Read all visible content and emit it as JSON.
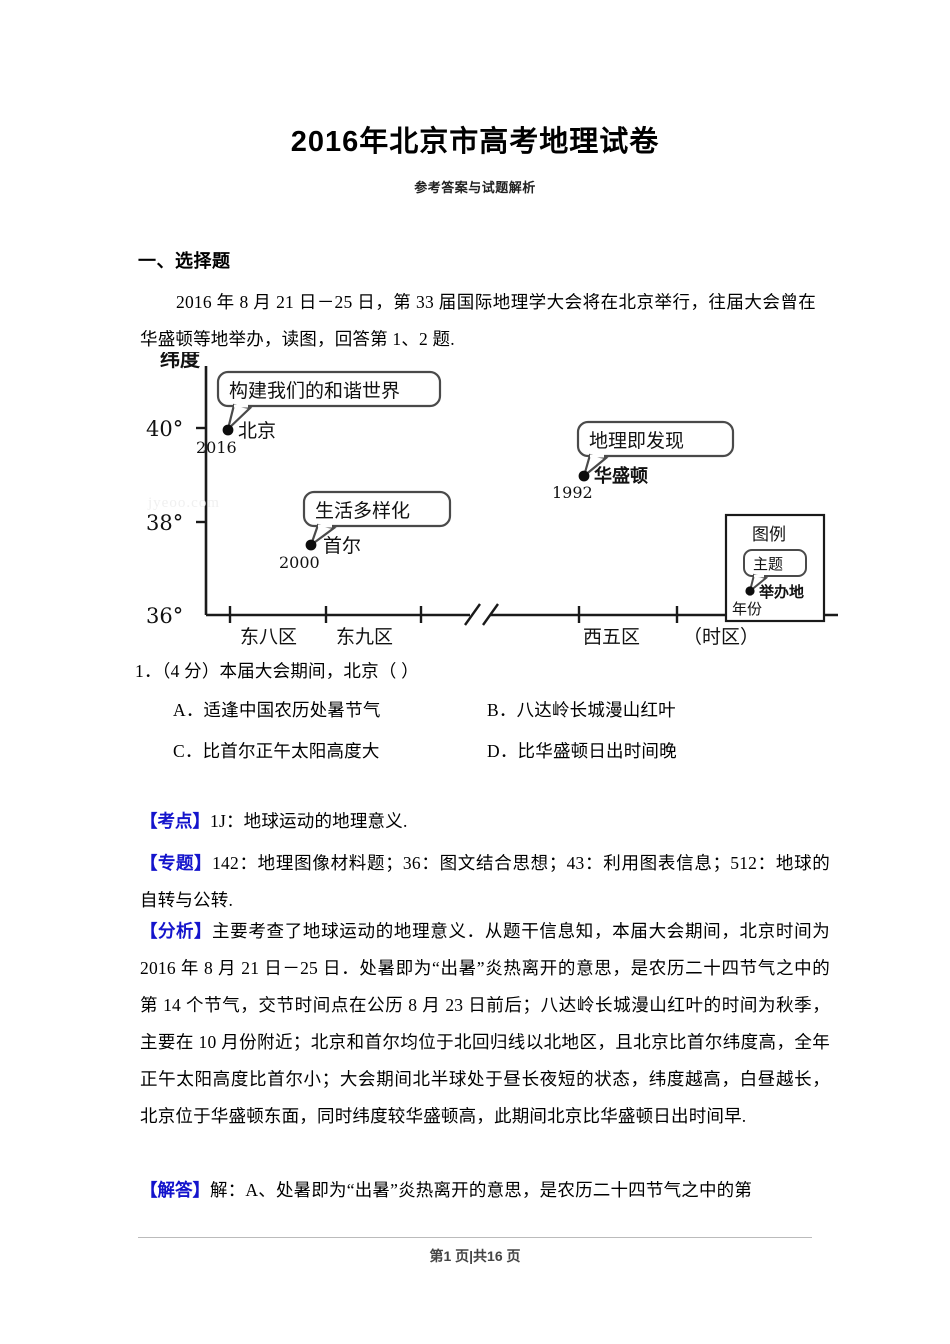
{
  "document": {
    "title": "2016年北京市高考地理试卷",
    "subtitle": "参考答案与试题解析",
    "footer": "第1 页|共16 页"
  },
  "section": {
    "heading": "一、选择题",
    "intro": "2016 年 8 月 21 日－25 日，第 33 届国际地理学大会将在北京举行，往届大会曾在华盛顿等地举办，读图，回答第 1、2 题."
  },
  "question": {
    "stem": "1．（4 分）本届大会期间，北京（        ）",
    "options": [
      {
        "key": "A",
        "text": "A．适逢中国农历处暑节气"
      },
      {
        "key": "B",
        "text": "B．八达岭长城漫山红叶"
      },
      {
        "key": "C",
        "text": "C．比首尔正午太阳高度大"
      },
      {
        "key": "D",
        "text": "D．比华盛顿日出时间晚"
      }
    ]
  },
  "analysis": {
    "kaodian": {
      "tag": "【考点】",
      "text": "1J：地球运动的地理意义."
    },
    "zhuanti": {
      "tag": "【专题】",
      "text": "142：地理图像材料题；36：图文结合思想；43：利用图表信息；512：地球的自转与公转."
    },
    "fenxi": {
      "tag": "【分析】",
      "text": "主要考查了地球运动的地理意义．从题干信息知，本届大会期间，北京时间为 2016 年 8 月 21 日－25 日．处暑即为“出暑”炎热离开的意思，是农历二十四节气之中的第 14 个节气，交节时间点在公历 8 月 23 日前后；八达岭长城漫山红叶的时间为秋季，主要在 10 月份附近；北京和首尔均位于北回归线以北地区，且北京比首尔纬度高，全年正午太阳高度比首尔小；大会期间北半球处于昼长夜短的状态，纬度越高，白昼越长，北京位于华盛顿东面，同时纬度较华盛顿高，此期间北京比华盛顿日出时间早."
    },
    "jieda": {
      "tag": "【解答】",
      "text": "解：A、处暑即为“出暑”炎热离开的意思，是农历二十四节气之中的第"
    }
  },
  "figure": {
    "watermark": "jyeoo.com",
    "y_axis_label": "纬度",
    "y_ticks": [
      "40°",
      "38°",
      "36°"
    ],
    "x_ticks": [
      "东八区",
      "东九区",
      "西五区"
    ],
    "x_axis_unit": "（时区）",
    "axis_break": true,
    "points": [
      {
        "name": "北京",
        "year": "2016",
        "theme": "构建我们的和谐世界",
        "latitude": 40.0,
        "timezone": "东八区"
      },
      {
        "name": "首尔",
        "year": "2000",
        "theme": "生活多样化",
        "latitude": 37.5,
        "timezone": "东九区"
      },
      {
        "name": "华盛顿",
        "year": "1992",
        "theme": "地理即发现",
        "latitude": 39.0,
        "timezone": "西五区"
      }
    ],
    "legend": {
      "title": "图例",
      "theme_label": "主题",
      "venue_label": "举办地",
      "year_label": "年份"
    }
  },
  "chart_data": {
    "type": "scatter",
    "title": "",
    "xlabel": "（时区）",
    "ylabel": "纬度",
    "ylim": [
      36,
      41
    ],
    "yticks": [
      36,
      38,
      40
    ],
    "ytick_labels": [
      "36°",
      "38°",
      "40°"
    ],
    "xtick_labels": [
      "东八区",
      "东九区",
      "西五区"
    ],
    "grid": false,
    "legend_position": "right-bottom",
    "points": [
      {
        "label": "北京",
        "year": 2016,
        "theme": "构建我们的和谐世界",
        "x": "东八区",
        "y": 40.0
      },
      {
        "label": "首尔",
        "year": 2000,
        "theme": "生活多样化",
        "x": "东九区",
        "y": 37.5
      },
      {
        "label": "华盛顿",
        "year": 1992,
        "theme": "地理即发现",
        "x": "西五区",
        "y": 39.0
      }
    ]
  }
}
